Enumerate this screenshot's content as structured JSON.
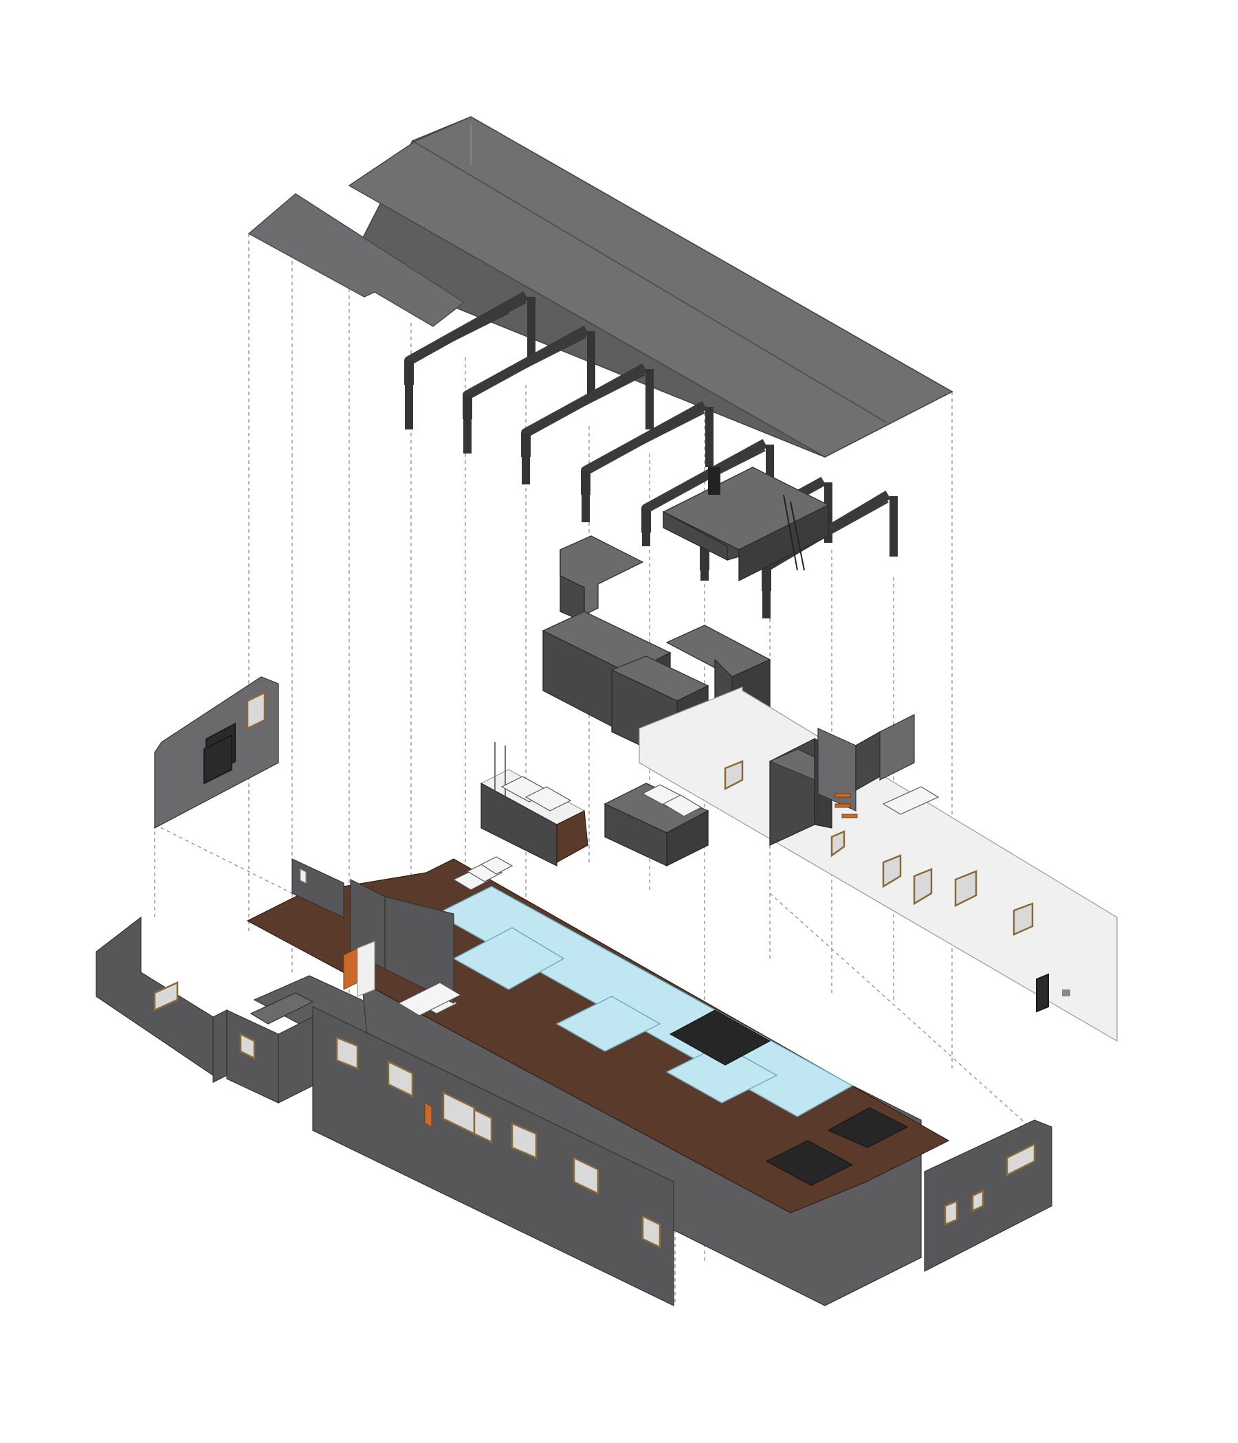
{
  "diagram": {
    "kind": "exploded axonometric building diagram",
    "components": [
      {
        "id": "pitched-roof",
        "label": ""
      },
      {
        "id": "roof-slab",
        "label": ""
      },
      {
        "id": "steel-trusses",
        "label": "",
        "count": 7
      },
      {
        "id": "mezzanine-block",
        "label": ""
      },
      {
        "id": "stacked-volumes",
        "label": ""
      },
      {
        "id": "end-wall-left",
        "label": ""
      },
      {
        "id": "end-wall-right",
        "label": ""
      },
      {
        "id": "long-wall-light",
        "label": ""
      },
      {
        "id": "spa-pods",
        "label": ""
      },
      {
        "id": "pool-deck",
        "label": ""
      },
      {
        "id": "perimeter-walls",
        "label": ""
      },
      {
        "id": "ground-slab",
        "label": ""
      }
    ],
    "colors": {
      "wall": "#575759",
      "deck": "#5a3a2a",
      "water": "#bfe6f1",
      "light_wall": "#f0f0f0",
      "accent": "#c96a2a"
    }
  }
}
